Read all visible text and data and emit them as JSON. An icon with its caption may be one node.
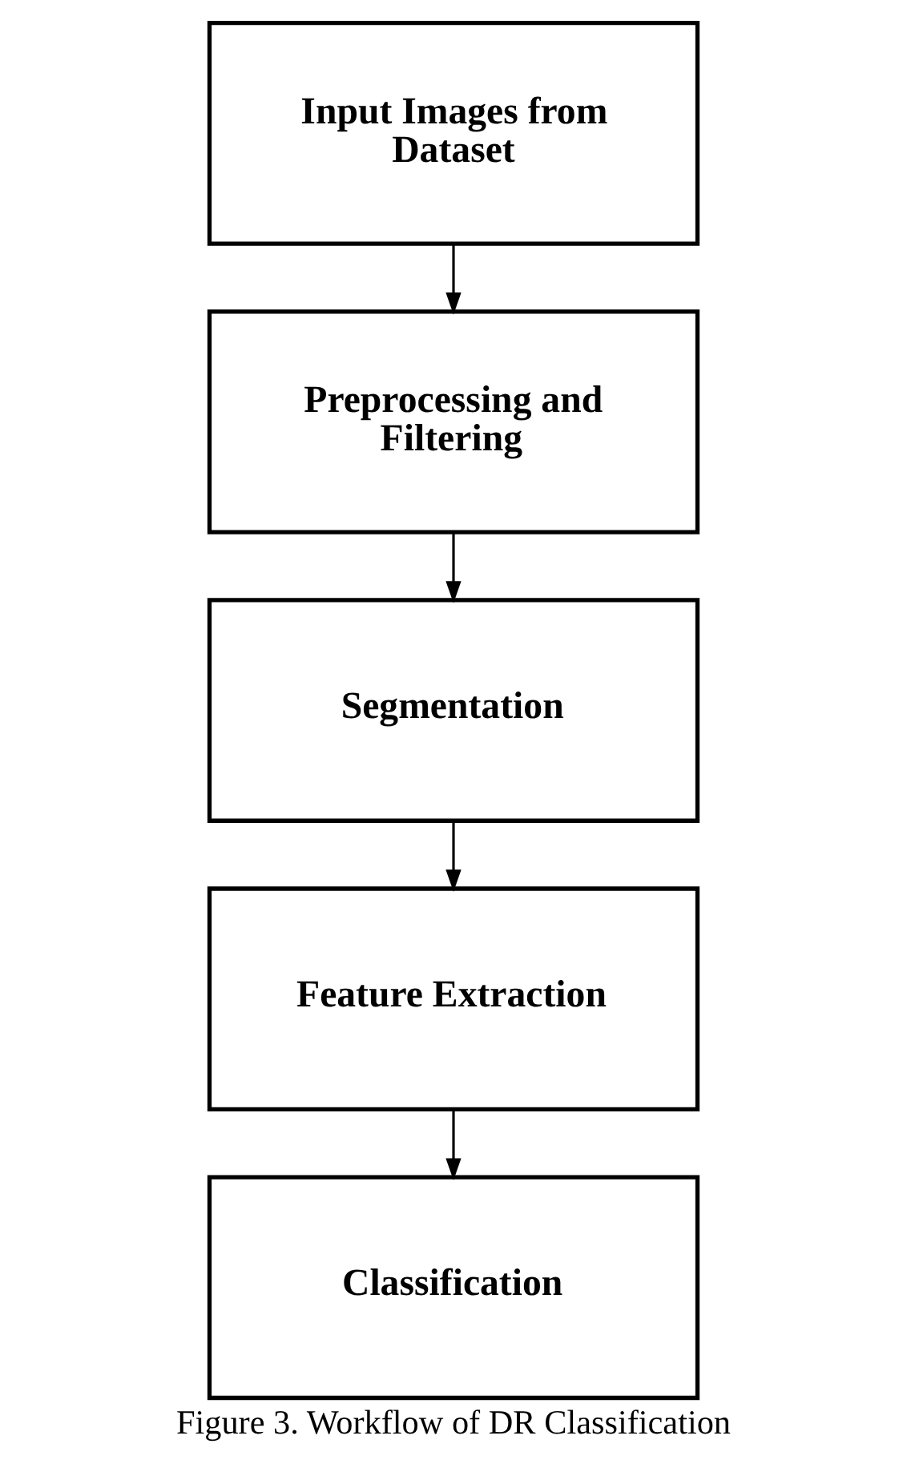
{
  "diagram": {
    "caption": "Figure 3. Workflow of DR Classification",
    "nodes": [
      {
        "text": [
          "Input Images from Dataset"
        ]
      },
      {
        "text": [
          "Preprocessing and Filtering"
        ]
      },
      {
        "text": [
          "Segmentation"
        ]
      },
      {
        "text": [
          "Feature Extraction"
        ]
      },
      {
        "text": [
          "Classification"
        ]
      }
    ],
    "edges": [
      {
        "from": 0,
        "to": 1,
        "arrow": "to"
      },
      {
        "from": 1,
        "to": 2,
        "arrow": "to"
      },
      {
        "from": 2,
        "to": 3,
        "arrow": "to"
      },
      {
        "from": 3,
        "to": 4,
        "arrow": "to"
      }
    ]
  }
}
